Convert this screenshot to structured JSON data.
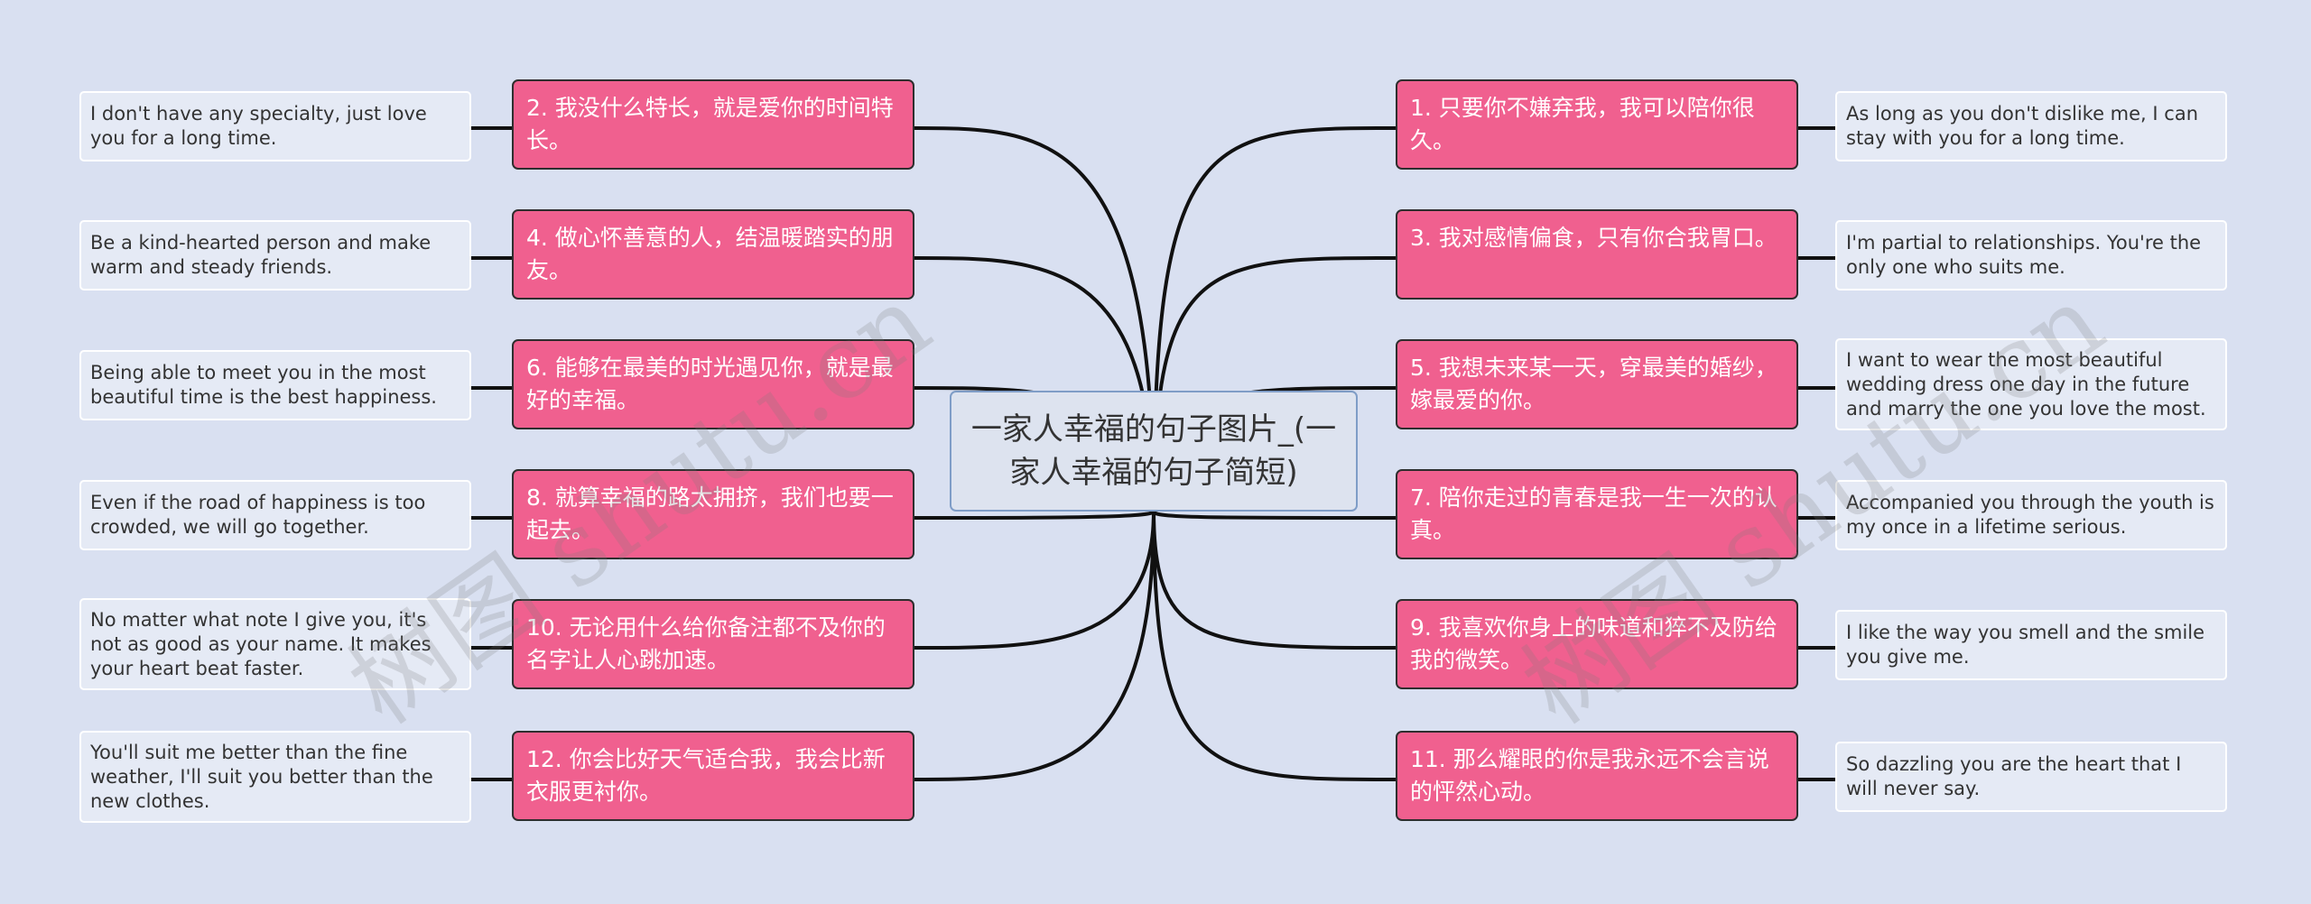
{
  "center": {
    "title": "一家人幸福的句子图片_(一家人幸福的句子简短)"
  },
  "left": [
    {
      "zh": "2. 我没什么特长，就是爱你的时间特长。",
      "en": "I don't have any specialty, just love you for a long time."
    },
    {
      "zh": "4. 做心怀善意的人，结温暖踏实的朋友。",
      "en": "Be a kind-hearted person and make warm and steady friends."
    },
    {
      "zh": "6. 能够在最美的时光遇见你，就是最好的幸福。",
      "en": "Being able to meet you in the most beautiful time is the best happiness."
    },
    {
      "zh": "8. 就算幸福的路太拥挤，我们也要一起去。",
      "en": "Even if the road of happiness is too crowded, we will go together."
    },
    {
      "zh": "10. 无论用什么给你备注都不及你的名字让人心跳加速。",
      "en": "No matter what note I give you, it's not as good as your name. It makes your heart beat faster."
    },
    {
      "zh": "12. 你会比好天气适合我，我会比新衣服更衬你。",
      "en": "You'll suit me better than the fine weather, I'll suit you better than the new clothes."
    }
  ],
  "right": [
    {
      "zh": "1. 只要你不嫌弃我，我可以陪你很久。",
      "en": "As long as you don't dislike me, I can stay  with you for a long time."
    },
    {
      "zh": "3. 我对感情偏食，只有你合我胃口。",
      "en": "I'm partial to relationships. You're the only one who suits me."
    },
    {
      "zh": "5. 我想未来某一天，穿最美的婚纱，嫁最爱的你。",
      "en": "I want to wear the most beautiful wedding dress one day in the future and marry the one you love the most."
    },
    {
      "zh": "7. 陪你走过的青春是我一生一次的认真。",
      "en": "Accompanied you through the youth is my once in a lifetime serious."
    },
    {
      "zh": "9. 我喜欢你身上的味道和猝不及防给我的微笑。",
      "en": "I like the way you smell and the smile you  give me."
    },
    {
      "zh": "11. 那么耀眼的你是我永远不会言说的怦然心动。",
      "en": "So dazzling you are the heart that I will never say."
    }
  ],
  "watermark": {
    "text": "树图 shutu.cn"
  },
  "colors": {
    "background": "#d9e0f1",
    "node": "#f0608f",
    "center_border": "#7f9dc7",
    "line": "#111111"
  }
}
